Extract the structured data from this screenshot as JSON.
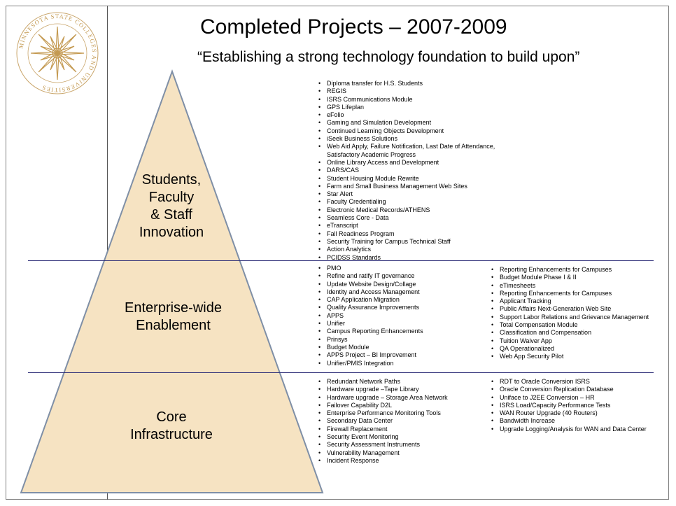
{
  "title": "Completed Projects – 2007-2009",
  "subtitle": "“Establishing a strong technology foundation to build upon”",
  "seal": {
    "text": "MINNESOTA STATE COLLEGES AND UNIVERSITIES",
    "icon": "star-seal-icon"
  },
  "colors": {
    "pyramid_fill": "#f6e3c2",
    "pyramid_stroke": "#7f8fa6",
    "divider": "#2e2e78"
  },
  "tiers": {
    "students": {
      "label": "Students,\nFaculty\n& Staff\nInnovation",
      "items": [
        "Diploma transfer for H.S. Students",
        "REGIS",
        "ISRS Communications Module",
        "GPS Lifeplan",
        "eFolio",
        "Gaming and Simulation Development",
        "Continued Learning Objects Development",
        "iSeek Business Solutions",
        "Web Aid Apply, Failure Notification, Last Date of Attendance, Satisfactory Academic Progress",
        "Online Library Access and Development",
        "DARS/CAS",
        "Student Housing Module Rewrite",
        "Farm and Small Business Management Web Sites",
        "Star Alert",
        "Faculty Credentialing",
        "Electronic Medical Records/ATHENS",
        "Seamless Core - Data",
        "eTranscript",
        "Fall Readiness Program",
        "Security Training for Campus Technical Staff",
        "Action Analytics",
        "PCIDSS Standards"
      ]
    },
    "enterprise": {
      "label": "Enterprise-wide\nEnablement",
      "items_left": [
        "PMO",
        "Refine and ratify IT governance",
        "Update Website Design/Collage",
        "Identity and Access Management",
        "CAP Application Migration",
        "Quality Assurance Improvements",
        "APPS",
        "Unifier",
        "Campus Reporting Enhancements",
        "Prinsys",
        "Budget Module",
        "APPS Project – BI Improvement",
        "Unifier/PMIS Integration"
      ],
      "items_right": [
        "Reporting Enhancements for Campuses",
        "Budget Module Phase I & II",
        "eTimesheets",
        "Reporting Enhancements for Campuses",
        "Applicant Tracking",
        "Public Affairs Next-Generation Web Site",
        "Support Labor Relations and Grievance Management",
        "Total Compensation Module",
        "Classification and Compensation",
        "Tuition Waiver App",
        "QA Operationalized",
        "Web App Security Pilot"
      ]
    },
    "core": {
      "label": "Core\nInfrastructure",
      "items_left": [
        "Redundant Network Paths",
        "Hardware upgrade –Tape Library",
        "Hardware upgrade – Storage Area Network",
        "Failover Capability D2L",
        "Enterprise Performance Monitoring Tools",
        "Secondary Data Center",
        "Firewall Replacement",
        "Security Event Monitoring",
        "Security Assessment Instruments",
        "Vulnerability Management",
        "Incident Response"
      ],
      "items_right": [
        "RDT to Oracle Conversion ISRS",
        "Oracle Conversion Replication Database",
        "Uniface to J2EE Conversion – HR",
        "ISRS Load/Capacity Performance Tests",
        "WAN Router Upgrade (40 Routers)",
        "Bandwidth Increase",
        "Upgrade Logging/Analysis for WAN and Data Center"
      ]
    }
  }
}
